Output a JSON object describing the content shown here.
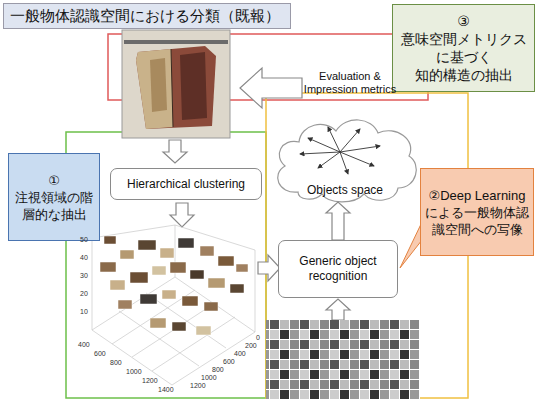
{
  "diagram": {
    "title": "一般物体認識空間における分類（既報）",
    "nodes": [
      {
        "text": [
          "③ 意味空間メトリクス に基づく 知的構造の抽出"
        ]
      },
      {
        "text": [
          "Objects space"
        ]
      },
      {
        "text": [
          "① 注視領域の階 層的な抽出"
        ]
      },
      {
        "text": [
          "Hierarchical clustering"
        ]
      },
      {
        "text": [
          "②Deep Learning による一般物体認 識空間への写像"
        ]
      },
      {
        "text": [
          "Generic object recognition"
        ]
      }
    ],
    "edges": [
      {
        "from": 5,
        "to": 1,
        "arrow": "to"
      }
    ],
    "labels": [
      "Evaluation & Impression metrics",
      "50",
      "40",
      "30",
      "20",
      "10",
      "400",
      "600",
      "800",
      "1000",
      "1200",
      "1400",
      "0",
      "200",
      "400",
      "600",
      "800",
      "1000",
      "1200"
    ]
  }
}
